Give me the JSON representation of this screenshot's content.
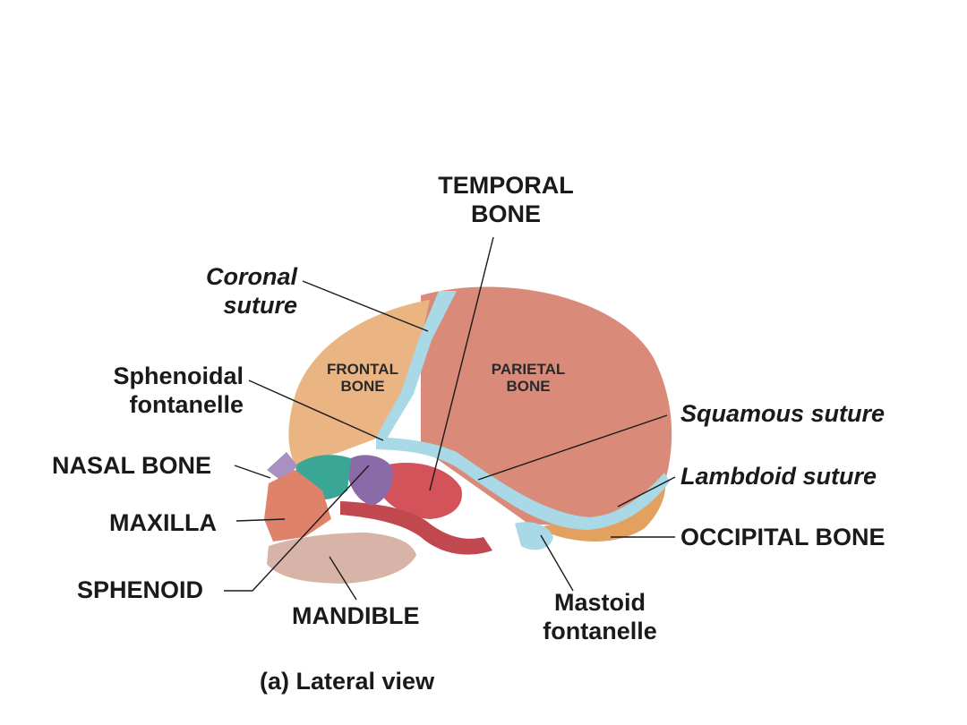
{
  "labels": {
    "temporal_bone": "TEMPORAL\nBONE",
    "coronal_suture": "Coronal\nsuture",
    "sphenoidal_fontanelle": "Sphenoidal\nfontanelle",
    "frontal_bone": "FRONTAL\nBONE",
    "parietal_bone": "PARIETAL\nBONE",
    "squamous_suture": "Squamous suture",
    "nasal_bone": "NASAL BONE",
    "lambdoid_suture": "Lambdoid suture",
    "maxilla": "MAXILLA",
    "occipital_bone": "OCCIPITAL BONE",
    "sphenoid": "SPHENOID",
    "mandible": "MANDIBLE",
    "mastoid_fontanelle": "Mastoid\nfontanelle"
  },
  "caption": "(a) Lateral view",
  "colors": {
    "parietal": "#d98a78",
    "frontal": "#eab582",
    "suture": "#a9d8e6",
    "temporal": "#d4535a",
    "occipital": "#e2a15f",
    "sphenoid_purple": "#8b6aa8",
    "teal": "#3aa796",
    "mandible": "#d7b3a8",
    "maxilla": "#e0826a"
  }
}
